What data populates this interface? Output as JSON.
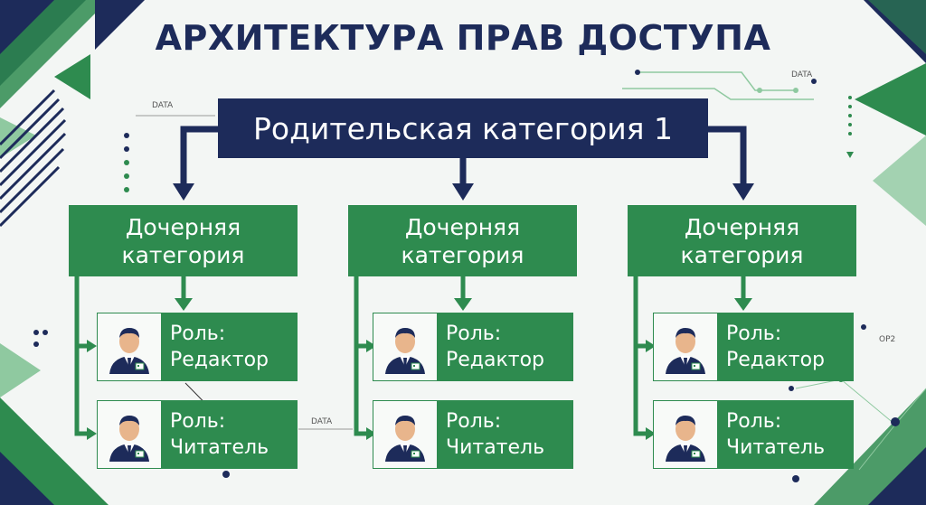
{
  "title": "АРХИТЕКТУРА ПРАВ ДОСТУПА",
  "parent": {
    "label": "Родительская категория 1"
  },
  "children": [
    {
      "line1": "Дочерняя",
      "line2": "категория",
      "roles": [
        {
          "line1": "Роль:",
          "line2": "Редактор"
        },
        {
          "line1": "Роль:",
          "line2": "Читатель"
        }
      ]
    },
    {
      "line1": "Дочерняя",
      "line2": "категория",
      "roles": [
        {
          "line1": "Роль:",
          "line2": "Редактор"
        },
        {
          "line1": "Роль:",
          "line2": "Читатель"
        }
      ]
    },
    {
      "line1": "Дочерняя",
      "line2": "категория",
      "roles": [
        {
          "line1": "Роль:",
          "line2": "Редактор"
        },
        {
          "line1": "Роль:",
          "line2": "Читатель"
        }
      ]
    }
  ],
  "tags": {
    "data_1": "DATA",
    "data_2": "DATA",
    "data_3": "DATA",
    "op2": "OP2"
  },
  "colors": {
    "navy": "#1d2b5a",
    "green": "#2e8b4f",
    "light_green": "#8fc9a0"
  }
}
